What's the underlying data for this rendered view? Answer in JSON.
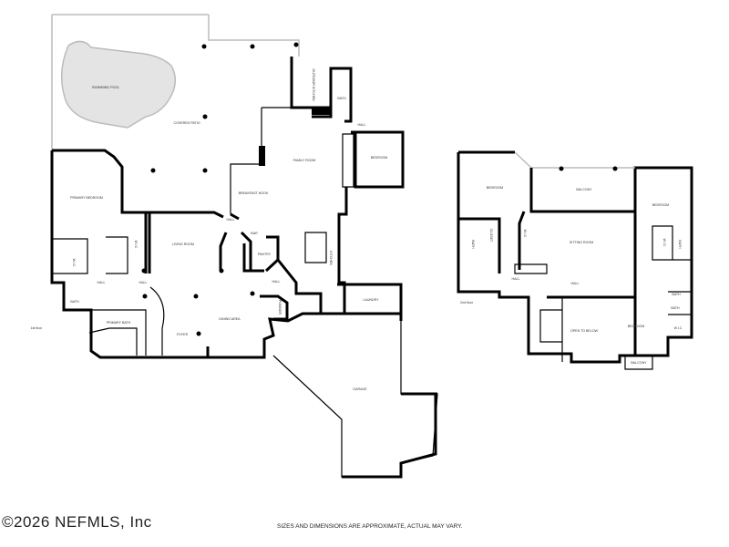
{
  "first_floor": {
    "caption": "1st floor",
    "rooms": [
      "SWIMMING POOL",
      "COVERED PATIO",
      "OUTDOOR KITCHEN",
      "BATH",
      "HALL",
      "BEDROOM",
      "FAMILY ROOM",
      "BREAKFAST NOOK",
      "PRIMARY BEDROOM",
      "HALL",
      "BAR",
      "LIVING ROOM",
      "W.I.C",
      "W.I.C",
      "PANTRY",
      "KITCHEN",
      "HALL",
      "HALL",
      "HALL",
      "LAUNDRY",
      "BATH",
      "PRIMARY BATH",
      "POWDER",
      "FOYER",
      "DINING AREA",
      "GARAGE"
    ]
  },
  "second_floor": {
    "caption": "2nd floor",
    "rooms": [
      "BEDROOM",
      "BALCONY",
      "BEDROOM",
      "BATH",
      "CLOSET",
      "W.I.C",
      "SITTING ROOM",
      "HALL",
      "HALL",
      "W.I.C",
      "BATH",
      "BATH",
      "BATH",
      "BEDROOM",
      "OPEN TO BELOW",
      "W.I.C",
      "BALCONY"
    ]
  },
  "footer": {
    "copyright": "©2026 NEFMLS, Inc",
    "disclaimer": "SIZES AND DIMENSIONS ARE APPROXIMATE, ACTUAL MAY VARY."
  }
}
